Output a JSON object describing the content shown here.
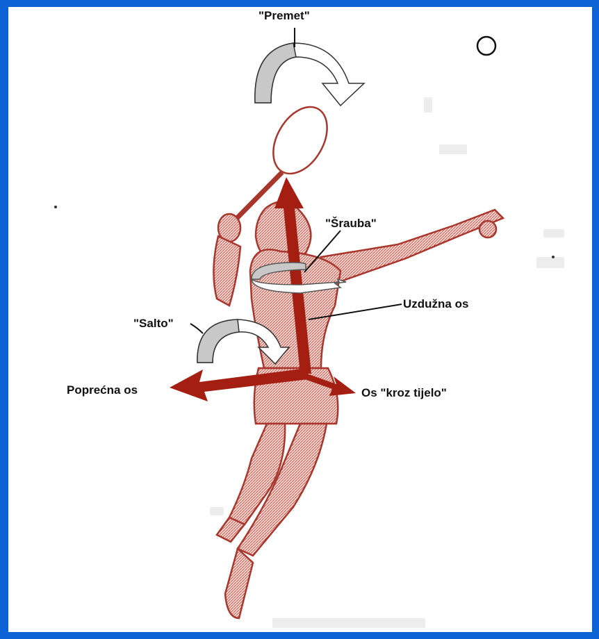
{
  "labels": {
    "premet": "\"Premet\"",
    "srauba": "\"Šrauba\"",
    "salto": "\"Salto\"",
    "uzduzna_os": "Uzdužna os",
    "poprecna_os": "Poprećna os",
    "kroz_tijelo": "Os \"kroz tijelo\""
  },
  "colors": {
    "frame_border": "#0b63d6",
    "figure": "#b5362c",
    "axis_arrow": "#a51e12",
    "rotation_arrow_fill": "#c8c8c8",
    "rotation_arrow_outline": "#333333"
  },
  "icons": {
    "circle": "circle-icon"
  }
}
